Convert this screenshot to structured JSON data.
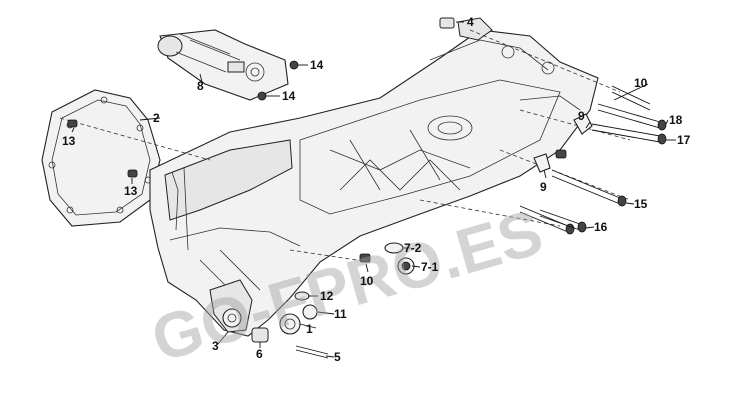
{
  "watermark": "GO-FPRO.ES",
  "callouts": {
    "c1": "1",
    "c2": "2",
    "c3": "3",
    "c4": "4",
    "c5": "5",
    "c6": "6",
    "c7_1": "7-1",
    "c7_2": "7-2",
    "c8": "8",
    "c9a": "9",
    "c9b": "9",
    "c10a": "10",
    "c10b": "10",
    "c11": "11",
    "c12": "12",
    "c13a": "13",
    "c13b": "13",
    "c14a": "14",
    "c14b": "14",
    "c15": "15",
    "c16": "16",
    "c17": "17",
    "c18": "18"
  }
}
